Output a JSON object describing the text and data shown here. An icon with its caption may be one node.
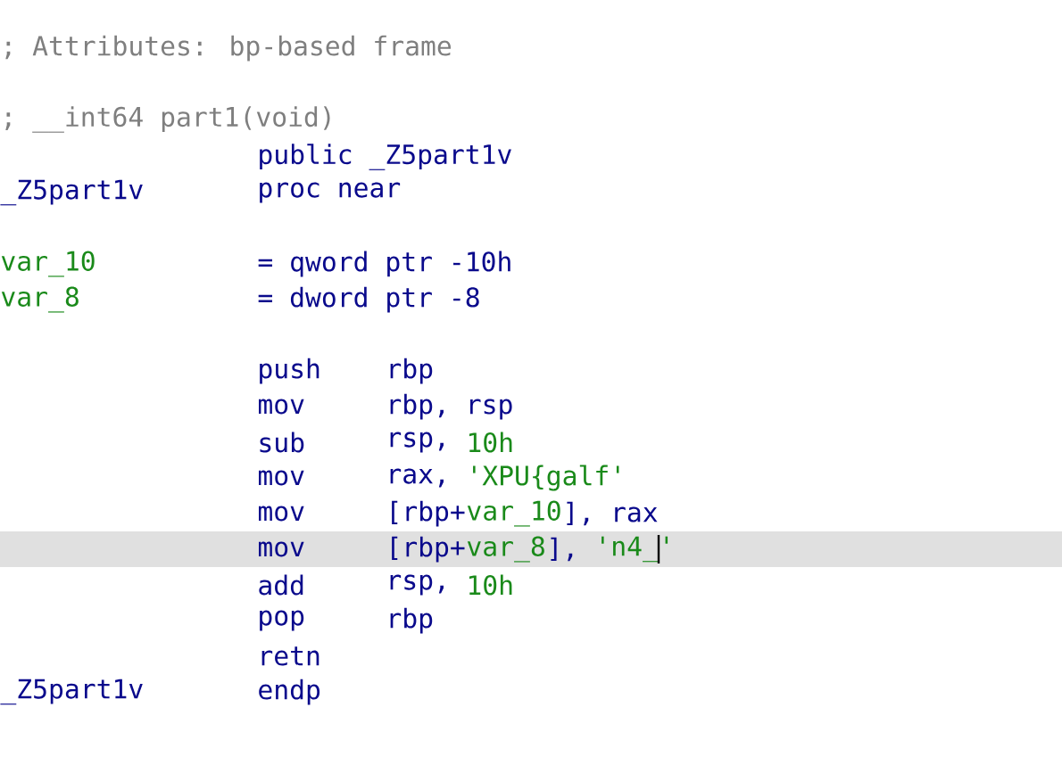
{
  "diagram": {
    "labels": [
      "; Attributes: bp-based frame",
      "; __int64 part1(void)",
      "public _Z5part1v",
      "_Z5part1v",
      "proc near",
      "var_10",
      "= qword ptr -10h",
      "var_8",
      "= dword ptr -8",
      "push",
      "rbp",
      "mov",
      "rbp, rsp",
      "sub",
      "rsp,",
      "10h",
      "mov",
      "rax,",
      "'XPU{galf'",
      "mov",
      "[rbp+",
      "var_10",
      "], rax",
      "mov",
      "[rbp+",
      "var_8",
      "],",
      "'n4_'",
      "add",
      "rsp,",
      "10h",
      "pop",
      "rbp",
      "retn",
      "_Z5part1v",
      "endp"
    ]
  }
}
